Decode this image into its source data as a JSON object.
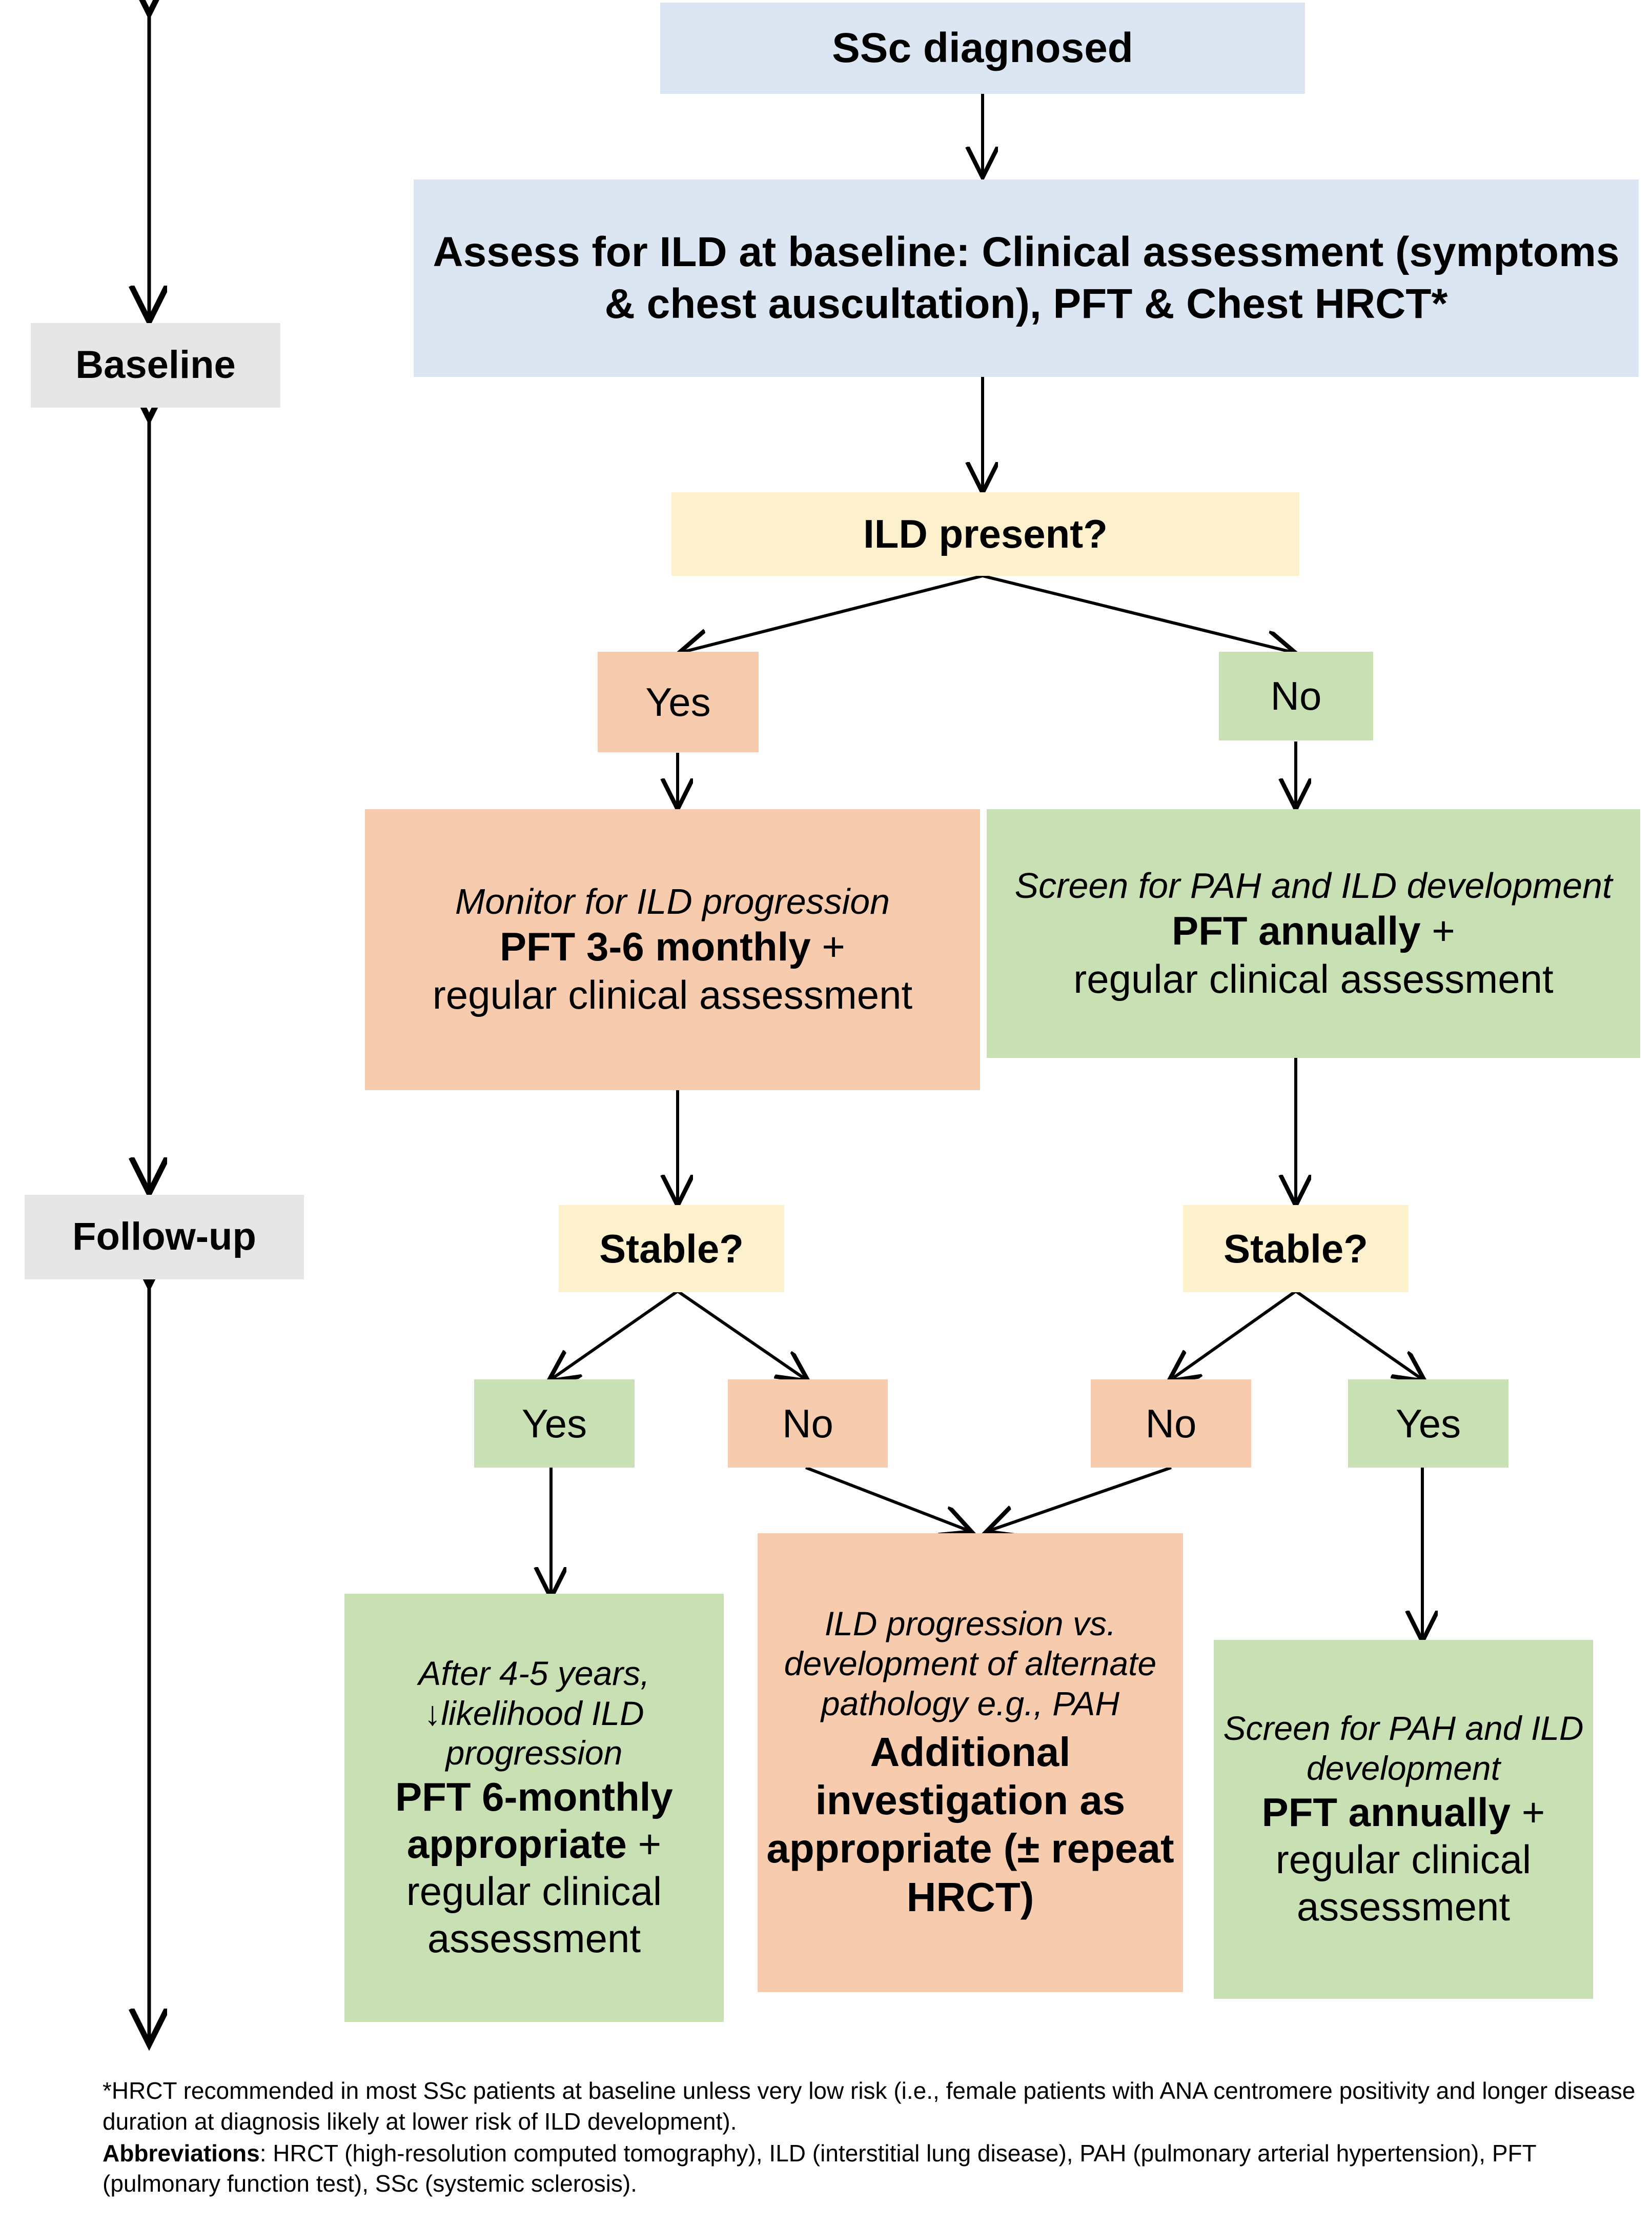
{
  "diagram": {
    "title_nodes": {
      "ssc_diagnosed": "SSc diagnosed",
      "assess_baseline": "Assess for ILD at baseline: Clinical assessment (symptoms & chest auscultation), PFT & Chest HRCT*"
    },
    "phase_labels": {
      "baseline": "Baseline",
      "followup": "Follow-up"
    },
    "decisions": {
      "ild_present": "ILD present?",
      "stable_left": "Stable?",
      "stable_right": "Stable?"
    },
    "branch_labels": {
      "ild_yes": "Yes",
      "ild_no": "No",
      "stable_left_yes": "Yes",
      "stable_left_no": "No",
      "stable_right_no": "No",
      "stable_right_yes": "Yes"
    },
    "actions": {
      "monitor_ild": {
        "italic": "Monitor for ILD progression",
        "bold": "PFT 3-6 monthly",
        "plus": " +",
        "normal": "regular clinical assessment"
      },
      "screen_pah_top": {
        "italic": "Screen for PAH and ILD development",
        "bold": "PFT annually",
        "plus": " +",
        "normal": "regular clinical assessment"
      },
      "after_4_5_years": {
        "italic": "After 4-5 years, ↓likelihood ILD progression",
        "bold": "PFT 6-monthly appropriate",
        "plus": " +",
        "normal": "regular clinical assessment"
      },
      "additional_investigation": {
        "italic": "ILD progression  vs. development of alternate pathology e.g., PAH",
        "bold": "Additional investigation as appropriate (± repeat HRCT)"
      },
      "screen_pah_bottom": {
        "italic": "Screen for PAH and ILD development",
        "bold": "PFT annually",
        "plus": " +",
        "normal": "regular clinical assessment"
      }
    },
    "footnote": {
      "star_note": "*HRCT recommended in most SSc patients at baseline unless very low risk (i.e., female patients with ANA centromere positivity and longer disease duration at diagnosis likely at lower risk of ILD development).",
      "abbrev_label": "Abbreviations",
      "abbrev_text": ": HRCT (high-resolution computed tomography), ILD (interstitial lung disease), PAH (pulmonary arterial hypertension), PFT (pulmonary function test), SSc (systemic sclerosis)."
    },
    "colors": {
      "blue": "#dce6f2",
      "yellow": "#fdf0cd",
      "orange": "#f7cbad",
      "green": "#c8e0b4",
      "grey": "#e7e6e6",
      "arrow": "#000000"
    }
  }
}
